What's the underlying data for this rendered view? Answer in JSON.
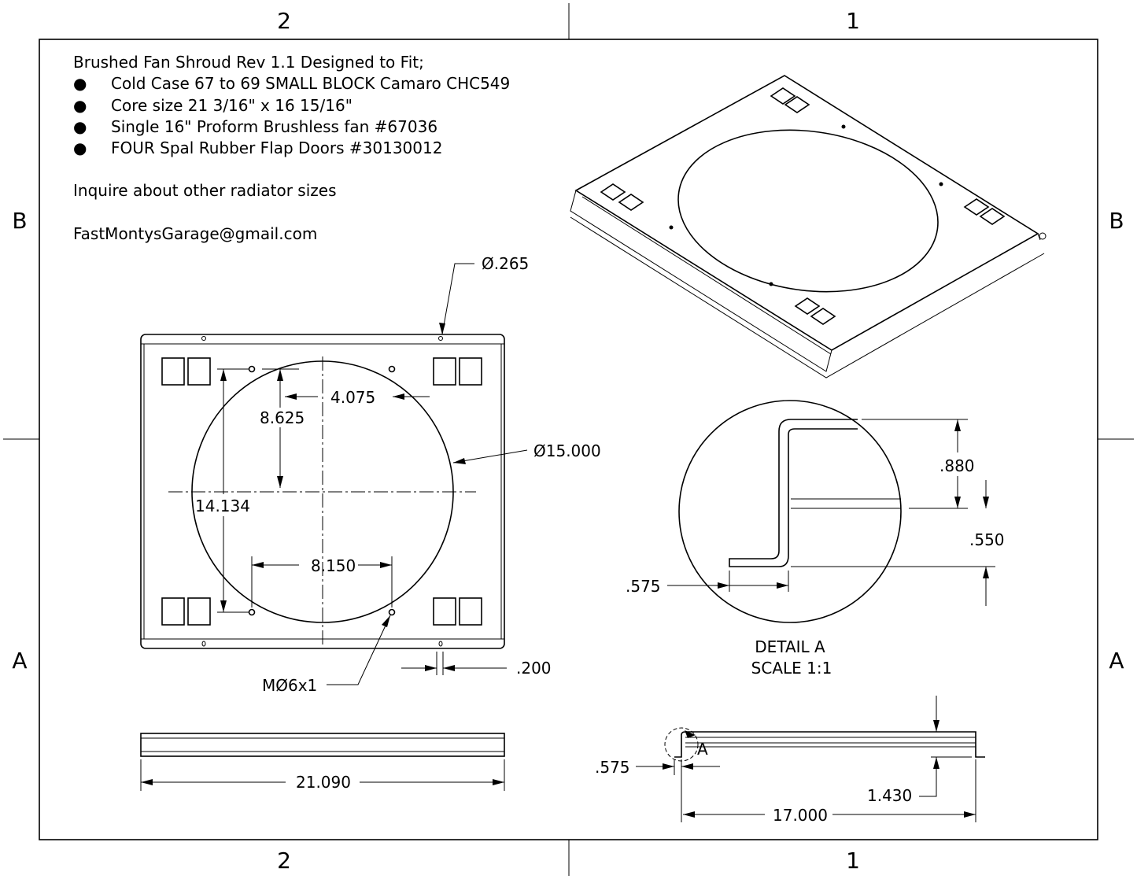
{
  "zones": {
    "top_left": "2",
    "top_right": "1",
    "bottom_left": "2",
    "bottom_right": "1",
    "left_upper": "B",
    "right_upper": "B",
    "left_lower": "A",
    "right_lower": "A"
  },
  "notes": {
    "title": "Brushed Fan Shroud Rev 1.1 Designed to Fit;",
    "bullet_symbol": "●",
    "bullets": [
      "Cold Case 67 to 69 SMALL BLOCK Camaro CHC549",
      "Core size 21 3/16\" x 16 15/16\"",
      "Single 16\" Proform Brushless fan #67036",
      "FOUR Spal Rubber Flap Doors #30130012"
    ],
    "inquire": "Inquire about other radiator sizes",
    "email": "FastMontysGarage@gmail.com"
  },
  "dimensions": {
    "hole_dia": "Ø.265",
    "x_offset": "4.075",
    "y_offset": "8.625",
    "fan_dia": "Ø15.000",
    "hole_vspacing": "14.134",
    "hole_hspacing": "8.150",
    "edge_gap": ".200",
    "thread": "MØ6x1",
    "width": "21.090",
    "detail_depth": ".880",
    "detail_offset": ".550",
    "detail_flange": ".575",
    "side_flange": ".575",
    "side_height": "1.430",
    "side_length": "17.000",
    "detail_marker": "A"
  },
  "detail": {
    "label": "DETAIL A",
    "scale": "SCALE 1:1"
  }
}
